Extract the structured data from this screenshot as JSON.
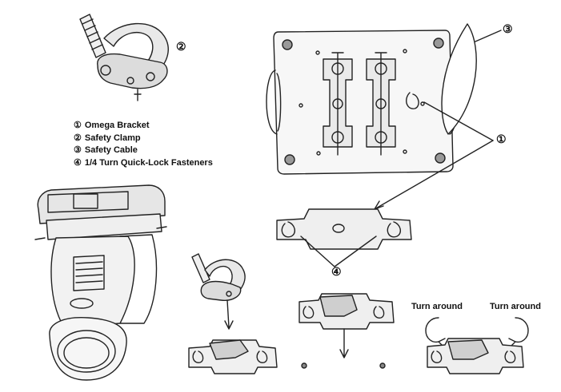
{
  "legend": {
    "items": [
      {
        "num": "①",
        "label": "Omega Bracket"
      },
      {
        "num": "②",
        "label": "Safety Clamp"
      },
      {
        "num": "③",
        "label": "Safety Cable"
      },
      {
        "num": "④",
        "label": "1/4 Turn Quick-Lock Fasteners"
      }
    ]
  },
  "callouts": {
    "c1": "①",
    "c2": "②",
    "c3": "③",
    "c4": "④"
  },
  "turn_labels": {
    "left": "Turn around",
    "right": "Turn around"
  }
}
